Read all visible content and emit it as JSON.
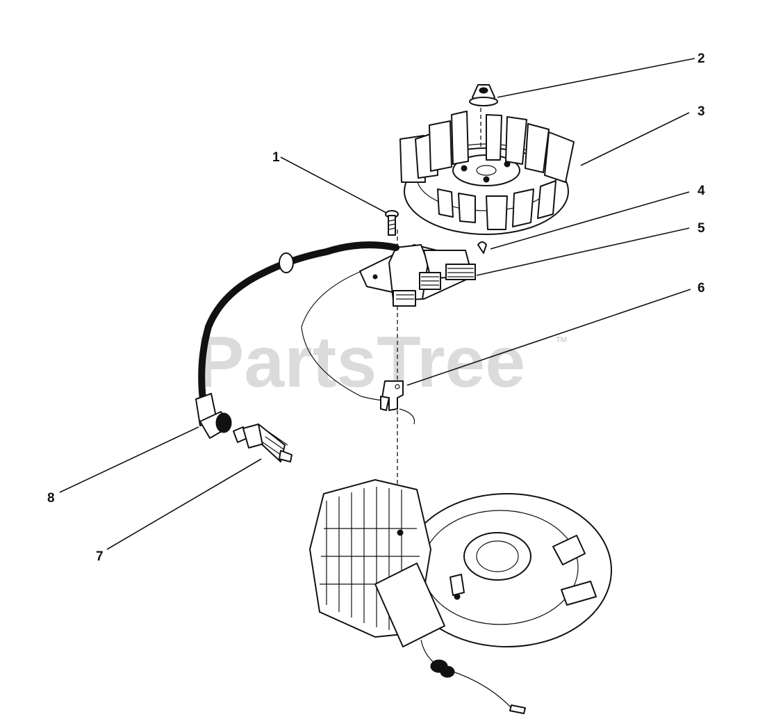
{
  "diagram": {
    "watermark": "PartsTree",
    "trademark": "TM",
    "callouts": [
      {
        "id": "c1",
        "label": "1"
      },
      {
        "id": "c2",
        "label": "2"
      },
      {
        "id": "c3",
        "label": "3"
      },
      {
        "id": "c4",
        "label": "4"
      },
      {
        "id": "c5",
        "label": "5"
      },
      {
        "id": "c6",
        "label": "6"
      },
      {
        "id": "c7",
        "label": "7"
      },
      {
        "id": "c8",
        "label": "8"
      }
    ]
  }
}
